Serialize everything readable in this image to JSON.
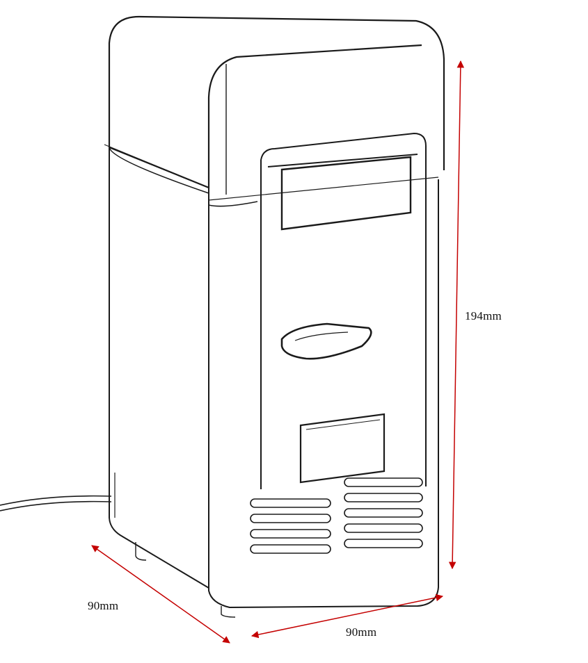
{
  "dimensions": {
    "height": "194mm",
    "depth": "90mm",
    "width": "90mm"
  },
  "colors": {
    "line": "#1a1a1a",
    "arrow": "#c40000",
    "background": "#ffffff"
  }
}
